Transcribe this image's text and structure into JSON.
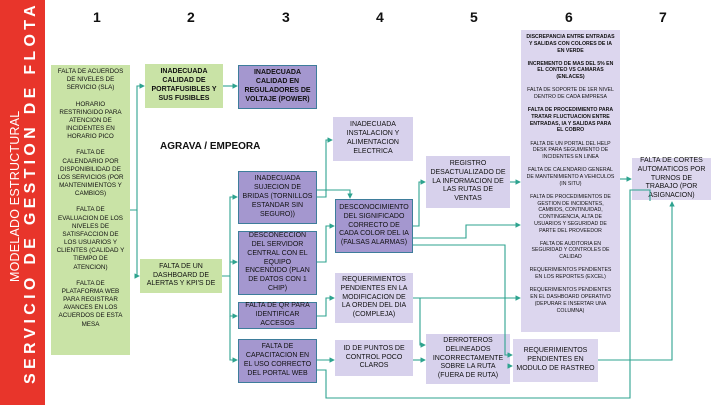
{
  "sidebar": {
    "line1": "MODELADO ESTRUCTURAL",
    "line2": "SERVICIO DE GESTION DE FLOTA"
  },
  "columns": [
    "1",
    "2",
    "3",
    "4",
    "5",
    "6",
    "7"
  ],
  "note": "AGRAVA / EMPEORA",
  "col1": {
    "items": [
      "FALTA DE ACUERDOS DE NIVELES DE SERVICIO (SLA)",
      "HORARIO RESTRINGIDO PARA ATENCION DE INCIDENTES EN HORARIO PICO",
      "FALTA DE CALENDARIO POR DISPONIBILIDAD DE LOS SERVICIOS (POR MANTENIMIENTOS Y CAMBIOS)",
      "FALTA DE EVALUACION DE LOS NIVELES DE SATISFACCION DE LOS USUARIOS Y CLIENTES (CALIDAD Y TIEMPO DE ATENCION)",
      "FALTA DE PLATAFORMA WEB PARA REGISTRAR AVANCES EN LOS ACUERDOS DE ESTA MESA"
    ]
  },
  "col2": {
    "top": "INADECUADA CALIDAD DE PORTAFUSIBLES Y SUS FUSIBLES",
    "bottom": "FALTA DE UN DASHBOARD DE ALERTAS Y KPI'S DE"
  },
  "col3": {
    "b1": "INADECUADA CALIDAD EN REGULADORES DE VOLTAJE (POWER)",
    "b2": "INADECUADA SUJECION DE BRIDAS (TORNILLOS ESTANDAR SIN SEGURO))",
    "b3": "DESCONECCION DEL SERVIDOR CENTRAL CON EL EQUIPO ENCENDIDO (PLAN DE DATOS CON 1 CHIP)",
    "b4": "FALTA DE QR PARA IDENTIFICAR ACCESOS",
    "b5": "FALTA DE CAPACITACION EN EL USO CORRECTO DEL PORTAL WEB"
  },
  "col4": {
    "b1": "INADECUADA INSTALACION Y ALIMENTACION ELECTRICA",
    "b2": "DESCONOCIMIENTO DEL SIGNIFICADO CORRECTO DE CADA COLOR DEL IA (FALSAS ALARMAS)",
    "b3": "REQUERIMIENTOS PENDIENTES EN LA MODIFICACION DE LA ORDEN DEL DIA (COMPLEJA)",
    "b4": "ID DE PUNTOS DE CONTROL POCO CLAROS"
  },
  "col5": {
    "b1": "REGISTRO DESACTUALIZADO DE LA INFORMACION DE LAS RUTAS DE VENTAS",
    "b2": "DERROTEROS DELINEADOS INCORRECTAMENTE SOBRE LA RUTA (FUERA DE RUTA)"
  },
  "col6": {
    "items": [
      "DISCREPANCIA ENTRE ENTRADAS Y SALIDAS CON COLORES DE IA EN VERDE",
      "INCREMENTO DE MAS DEL 5% EN EL CONTEO VS CAMARAS (ENLACES)",
      "FALTA DE SOPORTE DE 1ER NIVEL DENTRO DE CADA EMPRESA",
      "FALTA DE PROCEDIMIENTO PARA TRATAR FLUCTUACION ENTRE ENTRADAS, IA Y SALIDAS PARA EL COBRO",
      "FALTA DE UN PORTAL DEL HELP DESK PARA SEGUIMIENTO DE INCIDENTES EN LINEA",
      "FALTA DE CALENDARIO GENERAL DE MANTENIMIENTO A VEHICULOS (IN SITU)",
      "FALTA DE PROCEDIMIENTOS DE GESTION DE INCIDENTES, CAMBIOS, CONTINUIDAD, CONTINGENCIA, ALTA DE USUARIOS Y SEGURIDAD DE PARTE DEL PROVEEDOR",
      "FALTA DE AUDITORIA EN SEGURIDAD Y CONTROLES DE CALIDAD",
      "REQUERIMIENTOS PENDIENTES EN LOS REPORTES (EXCEL)",
      "REQUERIMIENTOS PENDIENTES EN EL DASHBOARD OPERATIVO (DEPURAR E INSERTAR UNA COLUMNA)"
    ],
    "bottom": "REQUERIMIENTOS PENDIENTES EN MODULO DE RASTREO"
  },
  "col7": {
    "b1": "FALTA DE CORTES AUTOMATICOS POR TURNOS DE TRABAJO (POR ASIGNACION)"
  },
  "colors": {
    "sidebar": "#e8352b",
    "green": "#c9e3a6",
    "purple": "#a497cf",
    "lilac": "#d7d1ec",
    "arrow": "#2ea38f"
  }
}
